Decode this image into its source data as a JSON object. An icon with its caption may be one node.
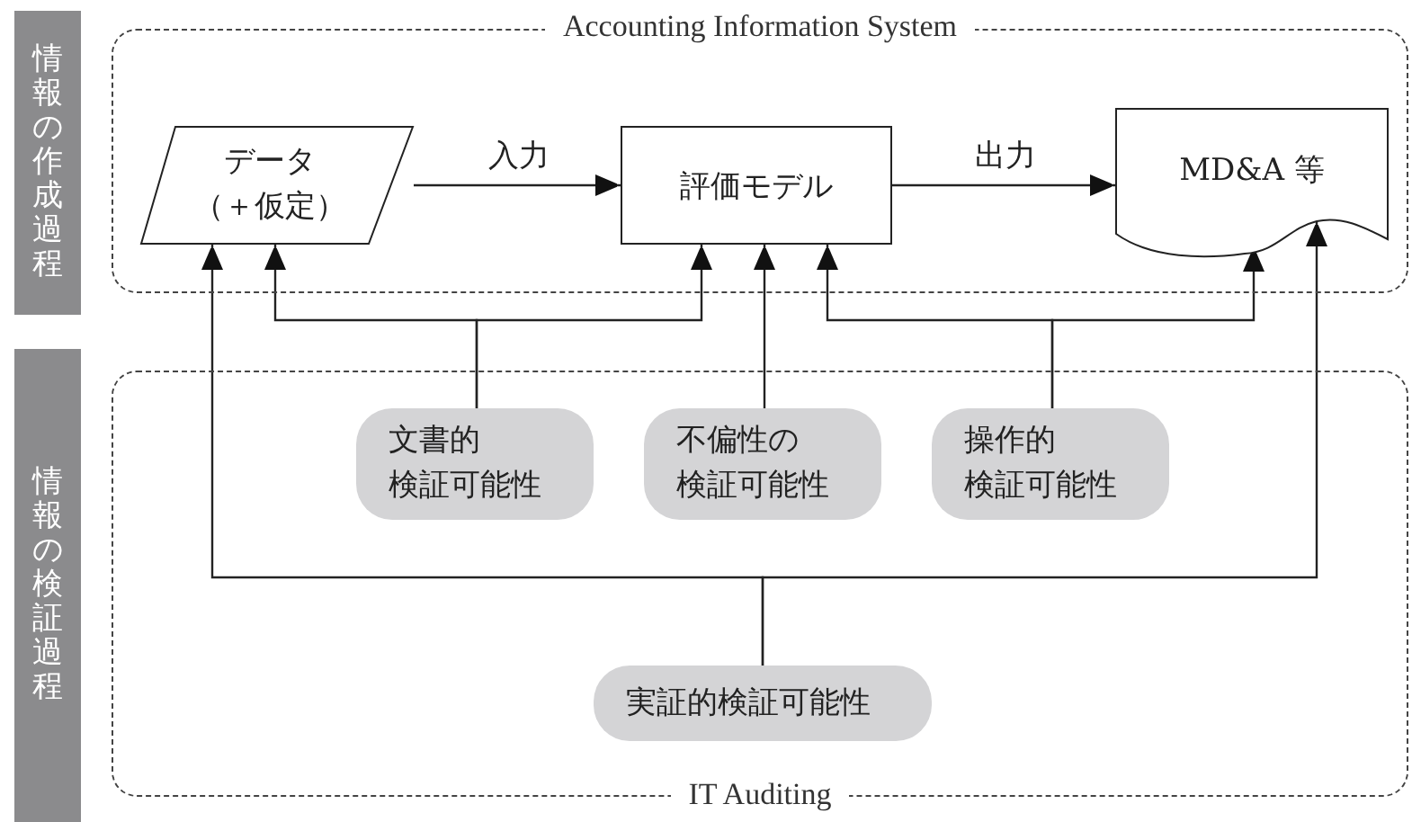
{
  "diagram": {
    "nodes": [
      {
        "text": [
          "情報の作成過程"
        ]
      },
      {
        "text": [
          "情報の検証過程"
        ]
      },
      {
        "text": [
          "Accounting Information System"
        ]
      },
      {
        "text": [
          "IT Auditing"
        ]
      },
      {
        "text": [
          "データ（＋仮定）"
        ],
        "in": 2
      },
      {
        "text": [
          "評価モデル"
        ],
        "in": 2
      },
      {
        "text": [
          "MD&A 等"
        ],
        "in": 2
      },
      {
        "text": [
          "文書的検証可能性"
        ],
        "in": 3
      },
      {
        "text": [
          "不偏性の検証可能性"
        ],
        "in": 3
      },
      {
        "text": [
          "操作的検証可能性"
        ],
        "in": 3
      },
      {
        "text": [
          "実証的検証可能性"
        ],
        "in": 3
      }
    ],
    "edges": [
      {
        "from": 4,
        "to": 5,
        "arrow": "to",
        "label": "入力"
      },
      {
        "from": 5,
        "to": 6,
        "arrow": "to",
        "label": "出力"
      },
      {
        "from": 7,
        "to": 4,
        "arrow": "to"
      },
      {
        "from": 7,
        "to": 5,
        "arrow": "to"
      },
      {
        "from": 8,
        "to": 5,
        "arrow": "to"
      },
      {
        "from": 9,
        "to": 5,
        "arrow": "to"
      },
      {
        "from": 9,
        "to": 6,
        "arrow": "to"
      },
      {
        "from": 10,
        "to": 4,
        "arrow": "to"
      },
      {
        "from": 10,
        "to": 6,
        "arrow": "to"
      }
    ]
  }
}
